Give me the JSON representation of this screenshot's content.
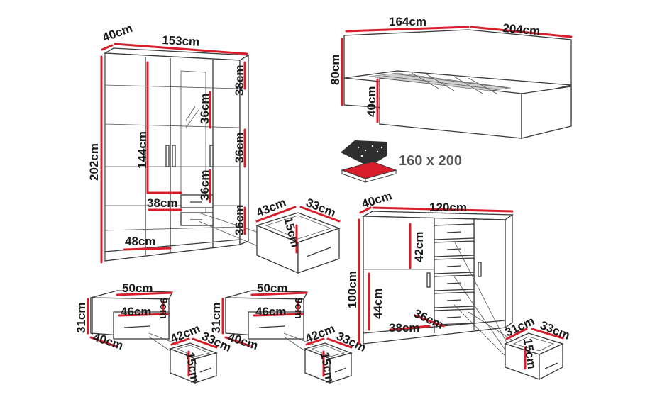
{
  "wardrobe": {
    "depth": "40cm",
    "width": "153cm",
    "height": "202cm",
    "top_shelf": "38cm",
    "shelf_1": "36cm",
    "shelf_2": "36cm",
    "shelf_3": "36cm",
    "shelf_4": "36cm",
    "hanging": "144cm",
    "inner_drawer": "38cm",
    "bottom": "48cm"
  },
  "wardrobe_drawer": {
    "width": "43cm",
    "depth": "33cm",
    "height": "15cm"
  },
  "bed": {
    "width": "164cm",
    "length": "204cm",
    "headboard_height": "80cm",
    "frame_height": "40cm",
    "mattress_size": "160 x 200"
  },
  "nightstand_left": {
    "width": "50cm",
    "inner_width": "46cm",
    "inner_height": "9cm",
    "height": "31cm",
    "depth": "40cm"
  },
  "nightstand_left_drawer": {
    "width": "42cm",
    "depth": "33cm",
    "height": "15cm"
  },
  "nightstand_right": {
    "width": "50cm",
    "inner_width": "46cm",
    "inner_height": "9cm",
    "height": "31cm",
    "depth": "40cm"
  },
  "nightstand_right_drawer": {
    "width": "42cm",
    "depth": "33cm",
    "height": "15cm"
  },
  "sideboard": {
    "depth": "40cm",
    "width": "120cm",
    "height": "100cm",
    "upper_shelf": "42cm",
    "lower_shelf": "44cm",
    "drawer_width": "38cm",
    "drawer_depth": "36cm"
  },
  "sideboard_drawer": {
    "width": "31cm",
    "depth": "33cm",
    "height": "15cm"
  },
  "colors": {
    "dimension": "#d81e2c",
    "outline": "#3a3a3a",
    "text": "#1a1a1a"
  }
}
